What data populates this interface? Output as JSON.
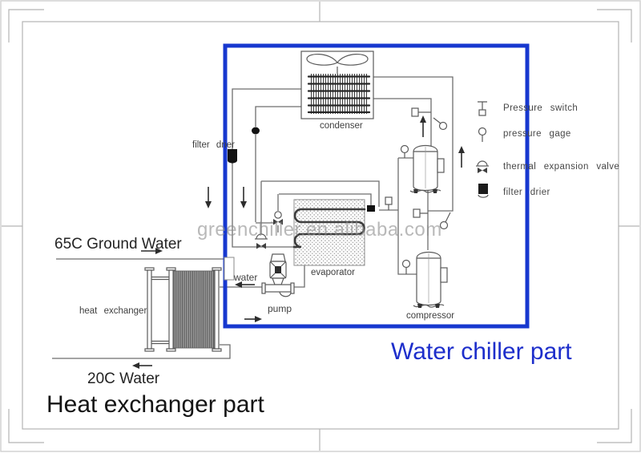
{
  "titles": {
    "water_chiller": "Water chiller part",
    "heat_exchanger": "Heat exchanger part"
  },
  "watermark": "greenchiller.en.alibaba.com",
  "labels": {
    "condenser": "condenser",
    "filter_drier": "filter drier",
    "evaporator": "evaporator",
    "pump": "pump",
    "water": "water",
    "compressor": "compressor",
    "heat_exchanger": "heat exchanger",
    "ground_water": "65C Ground Water",
    "out_water": "20C Water"
  },
  "legend": {
    "items": [
      {
        "id": "pressure-switch",
        "label": "Pressure switch"
      },
      {
        "id": "pressure-gage",
        "label": "pressure gage"
      },
      {
        "id": "thermal-expansion-valve",
        "label": "thermal expansion valve"
      },
      {
        "id": "filter-drier",
        "label": "filter drier"
      }
    ]
  },
  "colors": {
    "chiller_box_blue": "#1738cf",
    "chiller_title_blue": "#1d2ecb",
    "pipe_gray": "#6e6e6e",
    "text_dark": "#222222",
    "label_gray": "#3f3f3f",
    "watermark_gray": "#8f8f8f"
  }
}
